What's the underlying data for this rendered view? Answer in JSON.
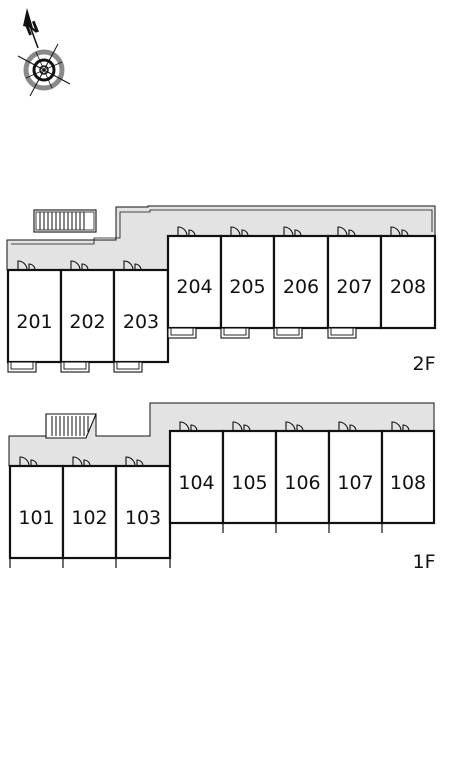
{
  "compass": {
    "north_label": "N",
    "icon": "compass-rose-icon"
  },
  "floors": [
    {
      "id": "2f",
      "label": "2F",
      "rooms": [
        "201",
        "202",
        "203",
        "204",
        "205",
        "206",
        "207",
        "208"
      ]
    },
    {
      "id": "1f",
      "label": "1F",
      "rooms": [
        "101",
        "102",
        "103",
        "104",
        "105",
        "106",
        "107",
        "108"
      ]
    }
  ],
  "colors": {
    "corridor": "#e3e3e3",
    "wall": "#111111",
    "room": "#ffffff"
  }
}
